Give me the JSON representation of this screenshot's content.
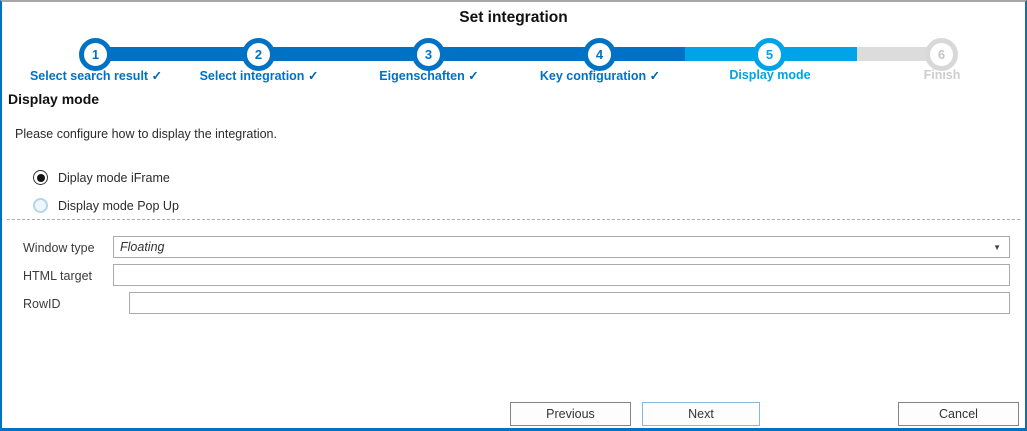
{
  "window": {
    "title": "Set integration"
  },
  "stepper": {
    "steps": [
      {
        "number": "1",
        "label": "Select search result",
        "check": "✓",
        "state": "done"
      },
      {
        "number": "2",
        "label": "Select integration",
        "check": "✓",
        "state": "done"
      },
      {
        "number": "3",
        "label": "Eigenschaften",
        "check": "✓",
        "state": "done"
      },
      {
        "number": "4",
        "label": "Key configuration",
        "check": "✓",
        "state": "done"
      },
      {
        "number": "5",
        "label": "Display mode",
        "check": "",
        "state": "current"
      },
      {
        "number": "6",
        "label": "Finish",
        "check": "",
        "state": "future"
      }
    ]
  },
  "section": {
    "heading": "Display mode",
    "description": "Please configure how to display the integration.",
    "radio_iframe": {
      "label": "Diplay mode iFrame",
      "selected": true
    },
    "radio_popup": {
      "label": "Display mode Pop Up",
      "selected": false
    }
  },
  "form": {
    "window_type": {
      "label": "Window type",
      "value": "Floating"
    },
    "html_target": {
      "label": "HTML target",
      "value": ""
    },
    "row_id": {
      "label": "RowID",
      "value": ""
    }
  },
  "buttons": {
    "previous": "Previous",
    "next": "Next",
    "cancel": "Cancel"
  },
  "icons": {
    "combo_arrow": "▼"
  },
  "colors": {
    "accent_dark": "#0072C6",
    "accent_light": "#00A3E8",
    "inactive_grey": "#DCDCDC",
    "future_text": "#CDCDCD"
  }
}
